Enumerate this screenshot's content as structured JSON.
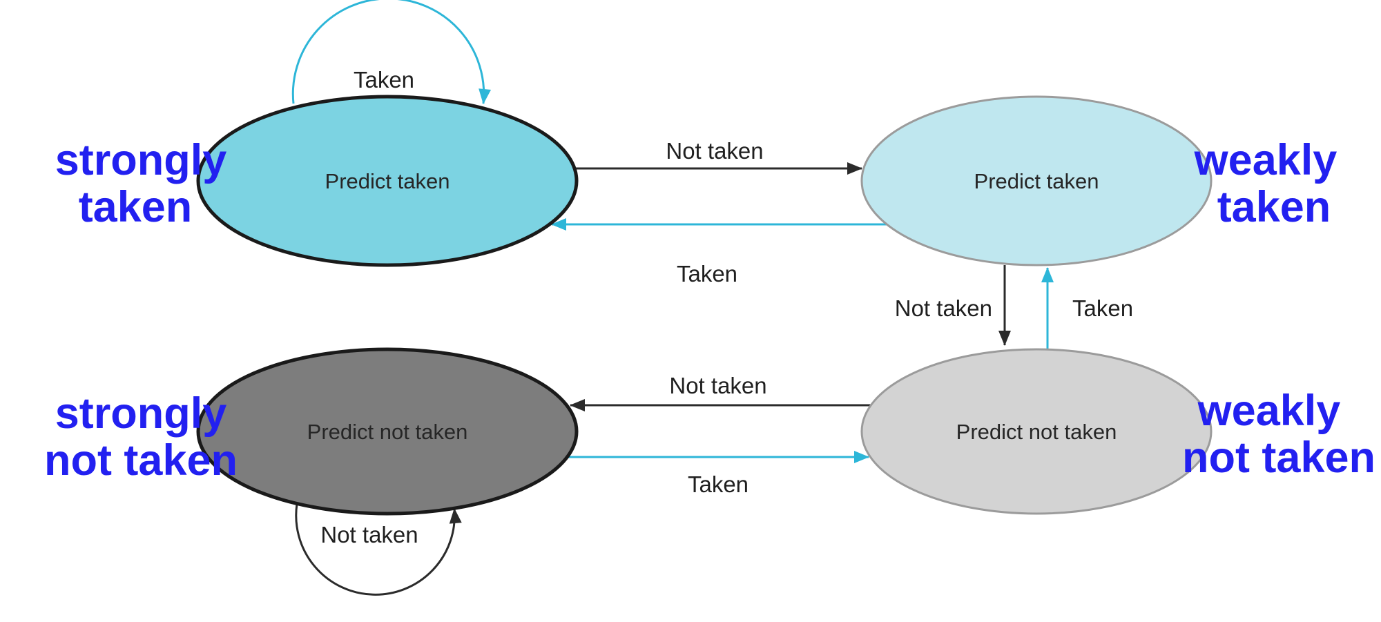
{
  "diagram": {
    "kind": "state-machine",
    "states": {
      "strongly_taken": {
        "label": "Predict taken",
        "side_label_line1": "strongly",
        "side_label_line2": "taken"
      },
      "weakly_taken": {
        "label": "Predict taken",
        "side_label_line1": "weakly",
        "side_label_line2": "taken"
      },
      "strongly_not_taken": {
        "label": "Predict not taken",
        "side_label_line1": "strongly",
        "side_label_line2": "not taken"
      },
      "weakly_not_taken": {
        "label": "Predict not taken",
        "side_label_line1": "weakly",
        "side_label_line2": "not taken"
      }
    },
    "transitions": {
      "strongly_taken_self_taken": {
        "label": "Taken"
      },
      "strongly_taken_to_weakly_taken": {
        "label": "Not taken"
      },
      "weakly_taken_to_strongly_taken": {
        "label": "Taken"
      },
      "weakly_taken_to_weakly_not_taken": {
        "label": "Not taken"
      },
      "weakly_not_taken_to_weakly_taken": {
        "label": "Taken"
      },
      "weakly_not_taken_to_strongly_not_taken": {
        "label": "Not taken"
      },
      "strongly_not_taken_to_weakly_not_taken": {
        "label": "Taken"
      },
      "strongly_not_taken_self_not_taken": {
        "label": "Not taken"
      }
    },
    "colors": {
      "strongly_taken_fill": "#7cd3e2",
      "weakly_taken_fill": "#bfe7ef",
      "strongly_not_taken_fill": "#7d7d7d",
      "weakly_not_taken_fill": "#d3d3d3",
      "strong_state_stroke": "#1a1a1a",
      "weak_state_stroke": "#9b9b9b",
      "taken_arrow": "#2db6d8",
      "not_taken_arrow": "#2b2b2b",
      "state_text": "#262626",
      "transition_text": "#1f1f1f",
      "side_label_text": "#2220f0",
      "background": "#ffffff"
    }
  }
}
